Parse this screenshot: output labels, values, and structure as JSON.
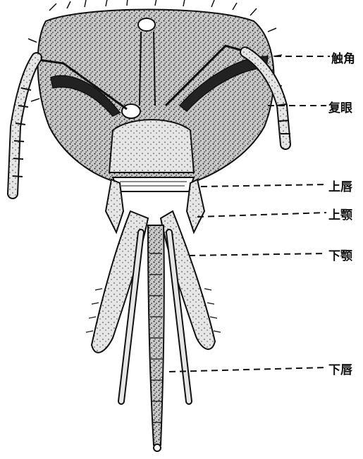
{
  "figure": {
    "subject": "bee-head-mouthparts",
    "labels": {
      "antenna": "触角",
      "compound_eye": "复眼",
      "labrum": "上唇",
      "mandible": "上颚",
      "maxilla": "下颚",
      "labium": "下唇"
    },
    "colors": {
      "ink": "#111111",
      "paper": "#ffffff",
      "stipple": "#2a2a2a"
    }
  }
}
